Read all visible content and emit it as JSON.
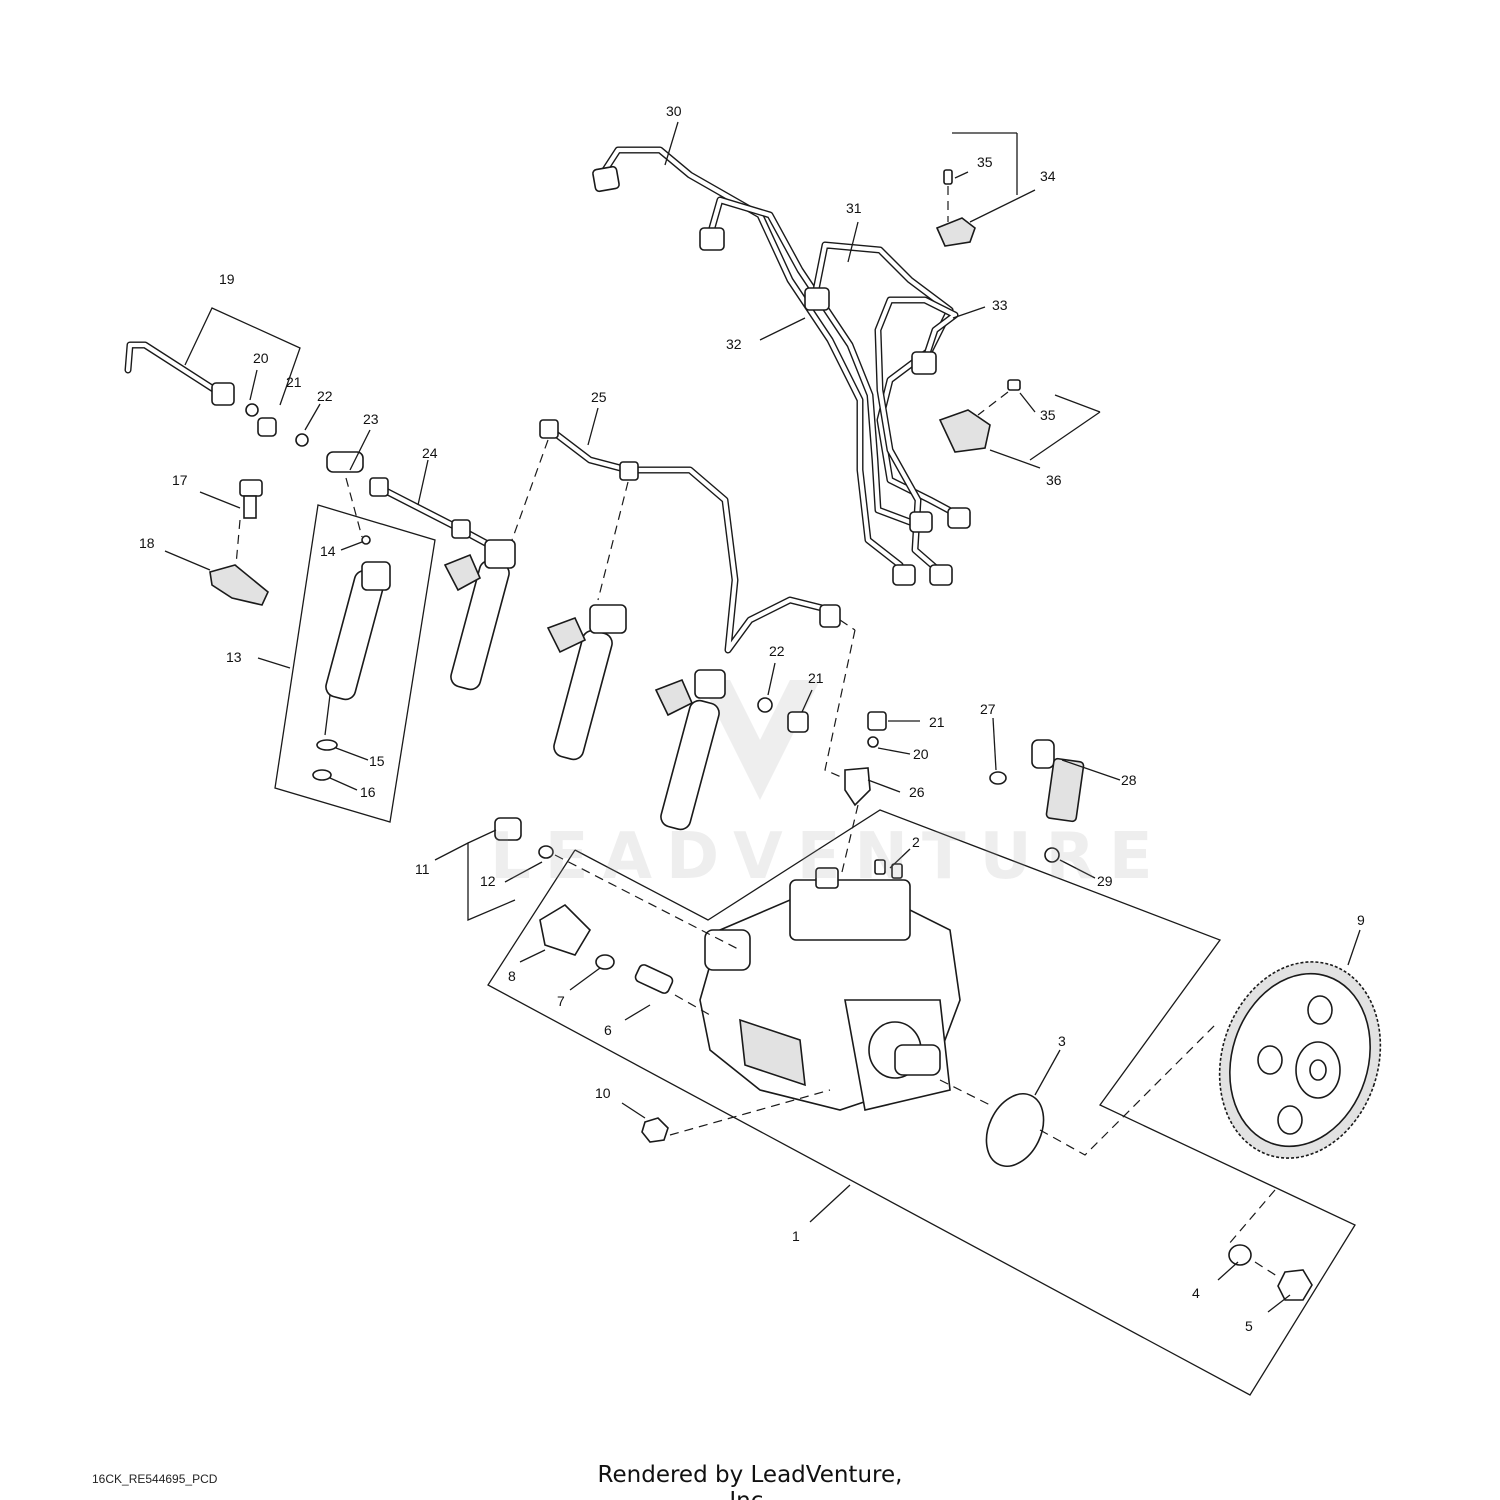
{
  "diagram": {
    "callouts": [
      "1",
      "2",
      "3",
      "4",
      "5",
      "6",
      "7",
      "8",
      "9",
      "10",
      "11",
      "12",
      "13",
      "14",
      "15",
      "16",
      "17",
      "18",
      "19",
      "20",
      "20",
      "21",
      "21",
      "21",
      "22",
      "22",
      "23",
      "24",
      "25",
      "26",
      "27",
      "28",
      "29",
      "30",
      "31",
      "32",
      "33",
      "34",
      "35",
      "35",
      "36"
    ]
  },
  "watermark": {
    "text": "LEADVENTURE"
  },
  "footer": {
    "code": "16CK_RE544695_PCD",
    "credit": "Rendered by LeadVenture, Inc."
  }
}
